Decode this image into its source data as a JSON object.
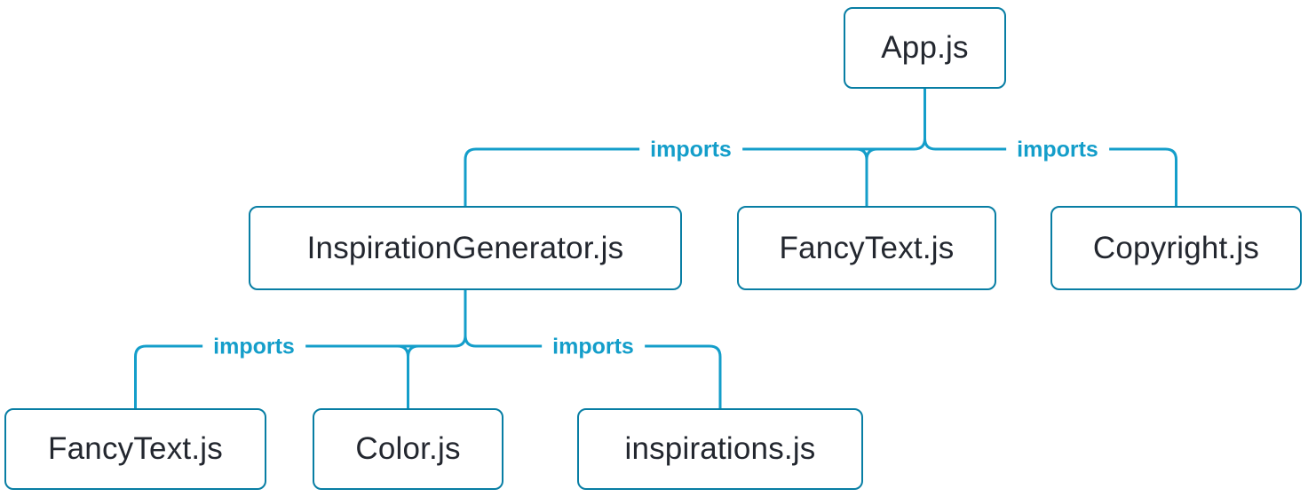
{
  "diagram": {
    "colors": {
      "background": "#FFFFFF",
      "node_border": "#087EA4",
      "node_text": "#23272F",
      "connector_line": "#149ECA",
      "edge_label_text": "#149ECA"
    },
    "nodes": [
      {
        "id": "app",
        "label": "App.js"
      },
      {
        "id": "inspiration-generator",
        "label": "InspirationGenerator.js"
      },
      {
        "id": "fancy-text-top",
        "label": "FancyText.js"
      },
      {
        "id": "copyright",
        "label": "Copyright.js"
      },
      {
        "id": "fancy-text-bottom",
        "label": "FancyText.js"
      },
      {
        "id": "color",
        "label": "Color.js"
      },
      {
        "id": "inspirations",
        "label": "inspirations.js"
      }
    ],
    "edges": [
      {
        "from": "App.js",
        "to": "InspirationGenerator.js",
        "label": "imports"
      },
      {
        "from": "App.js",
        "to": "FancyText.js",
        "label": "imports"
      },
      {
        "from": "App.js",
        "to": "Copyright.js",
        "label": "imports"
      },
      {
        "from": "InspirationGenerator.js",
        "to": "FancyText.js",
        "label": "imports"
      },
      {
        "from": "InspirationGenerator.js",
        "to": "Color.js",
        "label": "imports"
      },
      {
        "from": "InspirationGenerator.js",
        "to": "inspirations.js",
        "label": "imports"
      }
    ]
  }
}
